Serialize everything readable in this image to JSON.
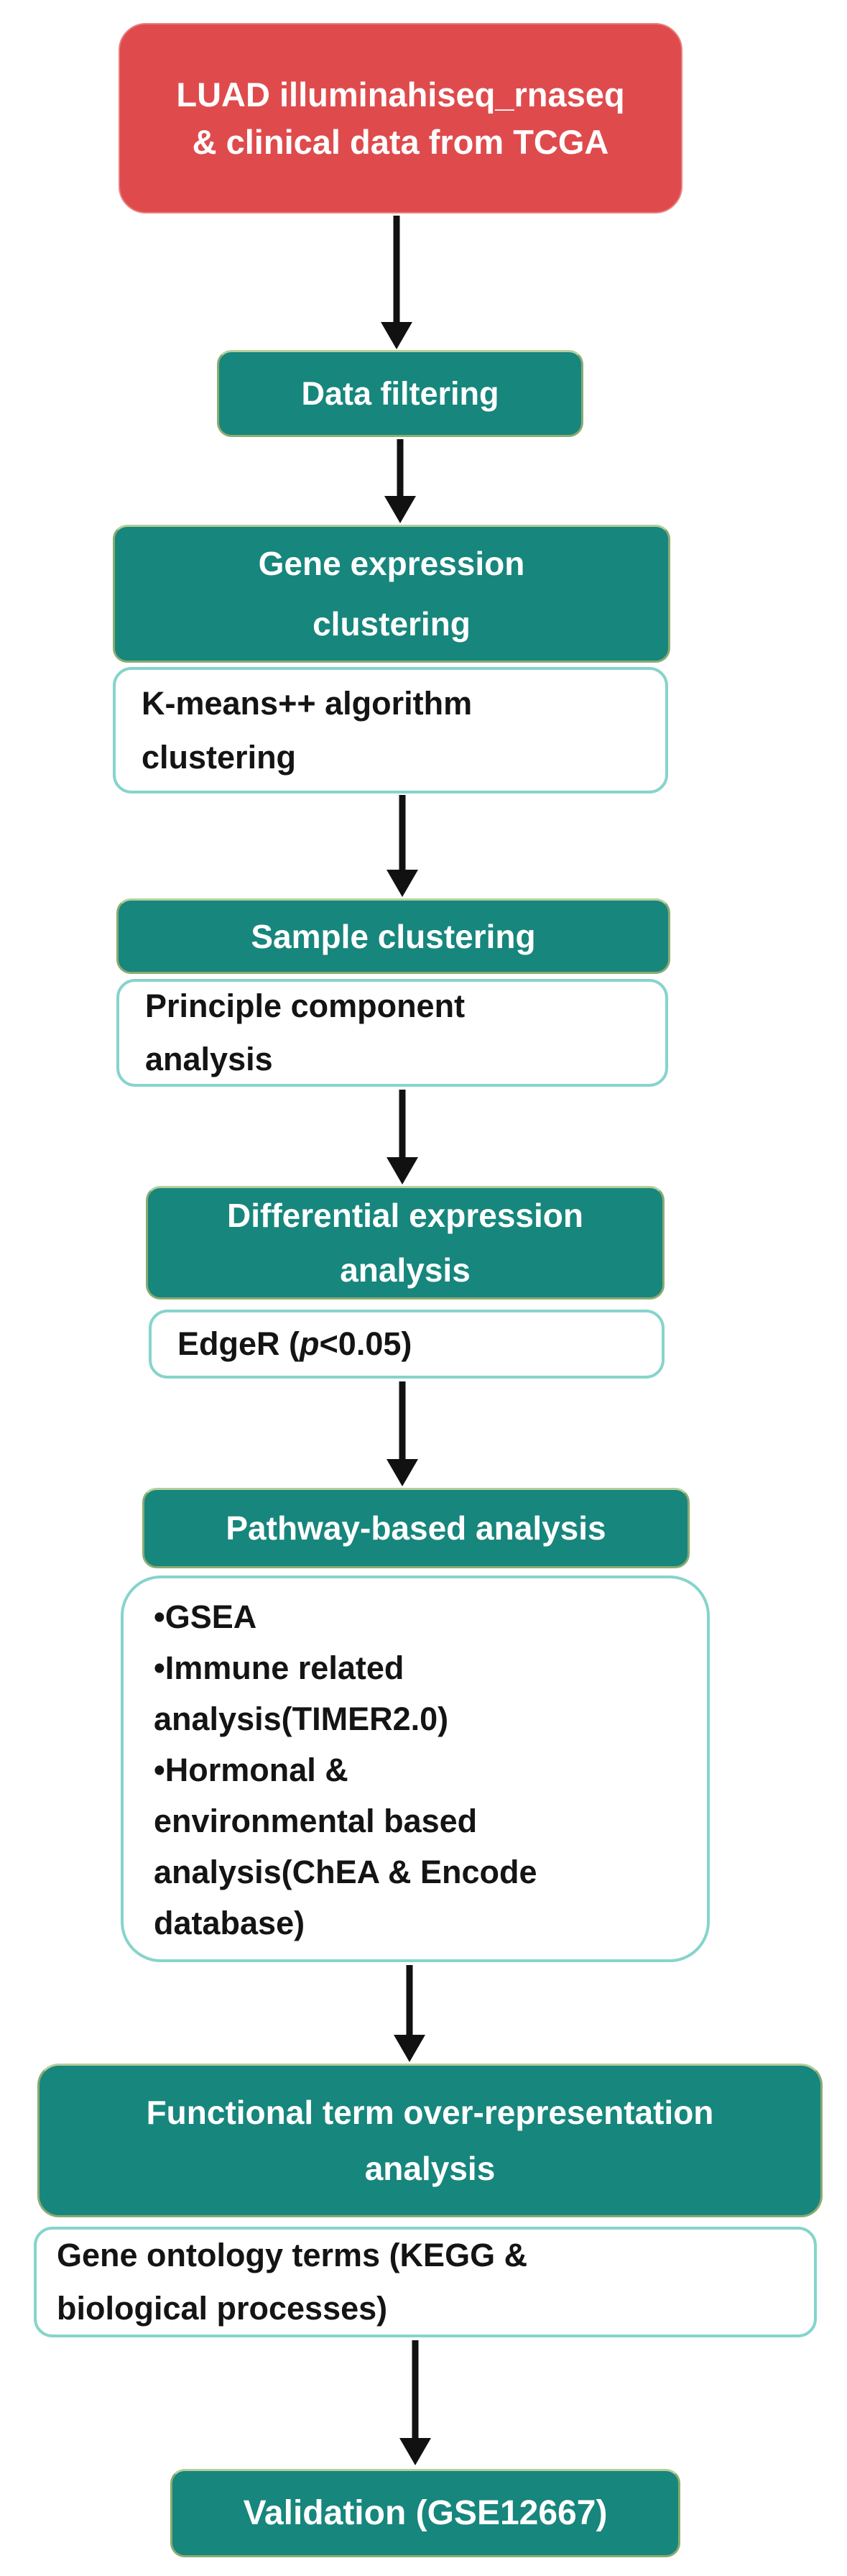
{
  "flowchart": {
    "source_box": {
      "line1": "LUAD illuminahiseq_rnaseq",
      "line2": "& clinical data from TCGA"
    },
    "data_filtering": {
      "label": "Data filtering"
    },
    "gene_expression": {
      "line1": "Gene expression",
      "line2": "clustering",
      "detail_line1": "K-means++ algorithm",
      "detail_line2": "clustering"
    },
    "sample_clustering": {
      "label": "Sample clustering",
      "detail_line1": "Principle component",
      "detail_line2": "analysis"
    },
    "differential_expression": {
      "line1": "Differential expression",
      "line2": "analysis",
      "detail_prefix": "EdgeR (",
      "detail_p": "p",
      "detail_suffix": "<0.05)"
    },
    "pathway": {
      "label": "Pathway-based analysis",
      "detail_lines": [
        "•GSEA",
        "•Immune related",
        "analysis(TIMER2.0)",
        "•Hormonal &",
        "environmental based",
        "analysis(ChEA & Encode",
        "database)"
      ]
    },
    "functional": {
      "line1": "Functional term over-representation",
      "line2": "analysis",
      "detail_line1": "Gene ontology terms (KEGG &",
      "detail_line2": "biological processes)"
    },
    "validation": {
      "label": "Validation (GSE12667)"
    }
  },
  "colors": {
    "source_box_fill": "#df4b4d",
    "process_box_fill": "#17867d",
    "process_box_border": "#8aab72",
    "detail_box_border": "#86d4cb",
    "process_text": "#ffffff",
    "detail_text": "#141414",
    "arrow": "#111111",
    "background": "#ffffff"
  }
}
